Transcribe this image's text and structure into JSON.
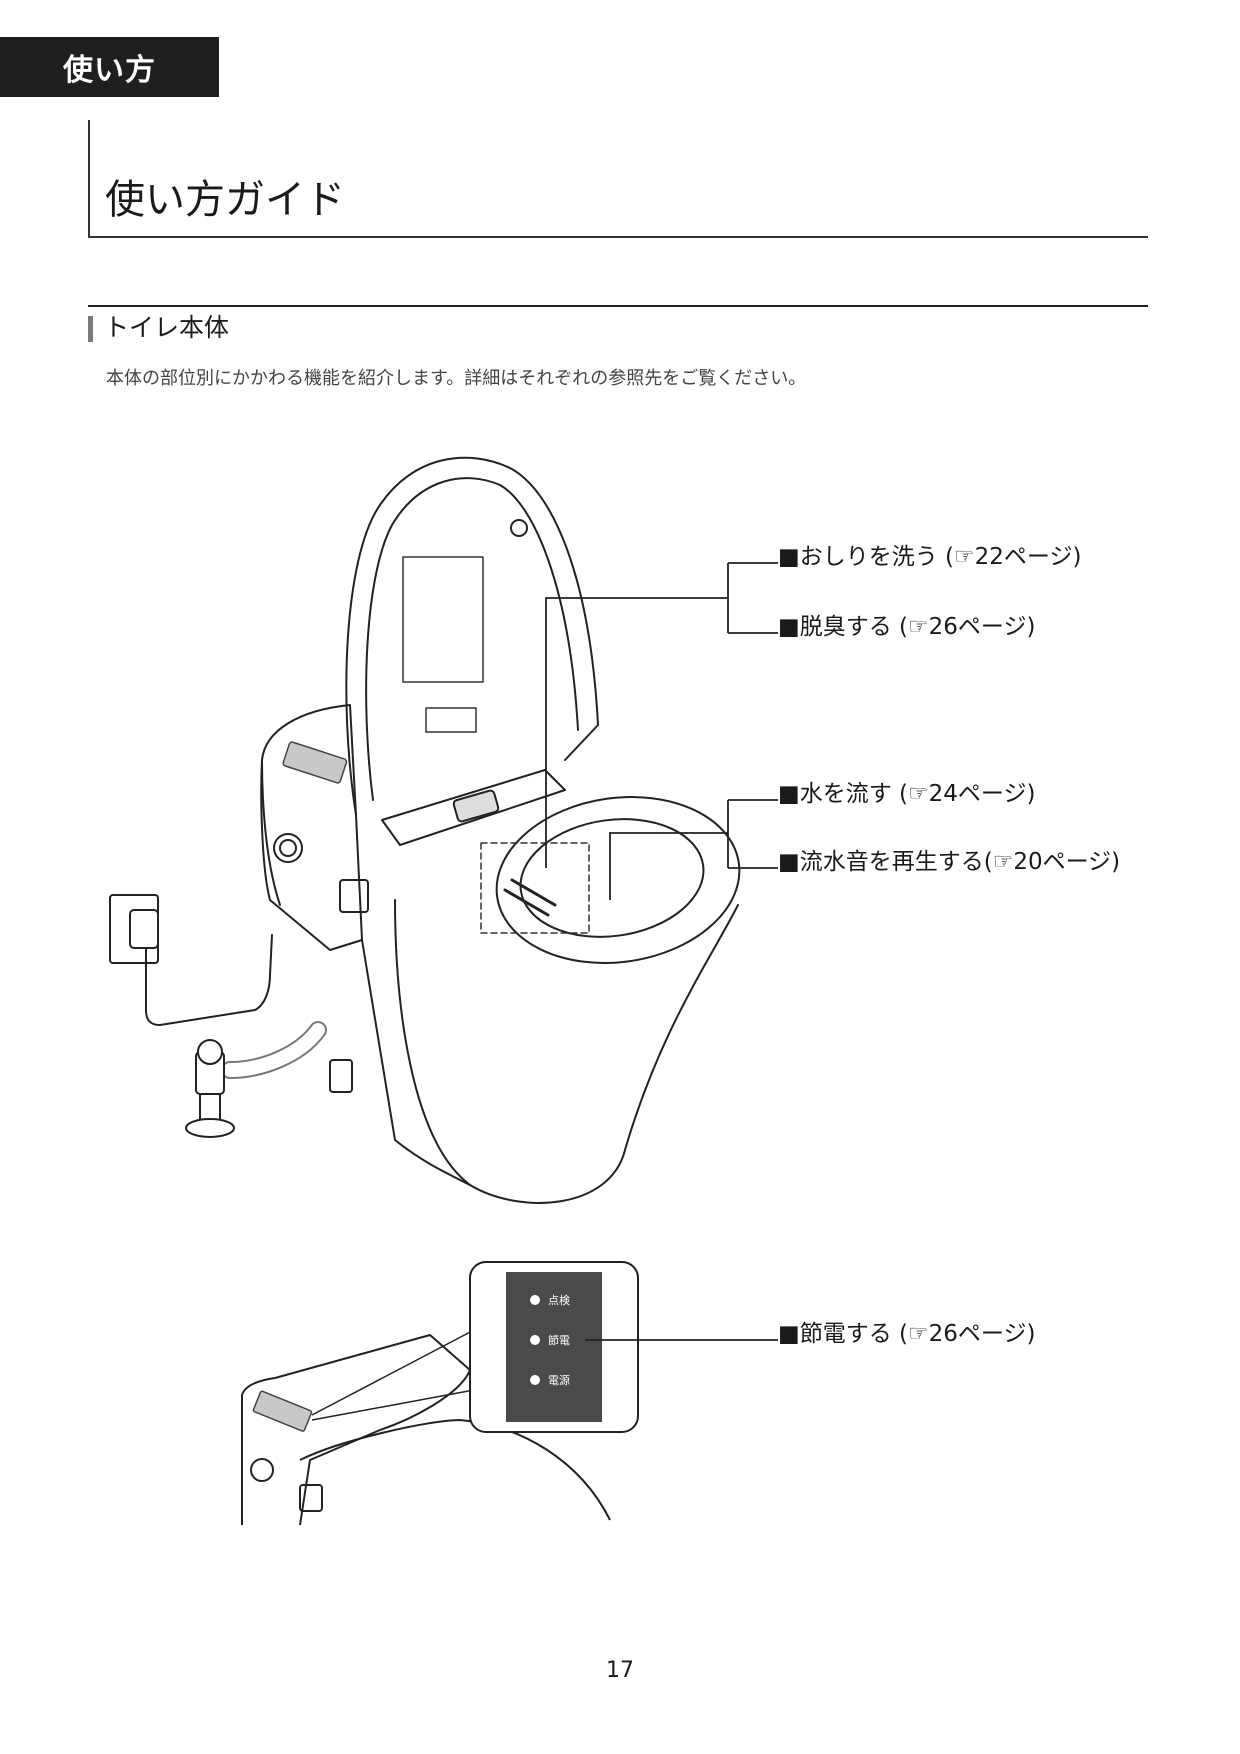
{
  "header": {
    "tab_label": "使い方"
  },
  "page_title": "使い方ガイド",
  "section": {
    "title": "トイレ本体",
    "intro": "本体の部位別にかかわる機能を紹介します。詳細はそれぞれの参照先をご覧ください。"
  },
  "callouts": [
    "■おしりを洗う (☞22ページ)",
    "■脱臭する (☞26ページ)",
    "■水を流す (☞24ページ)",
    "■流水音を再生する(☞20ページ)",
    "■節電する (☞26ページ)"
  ],
  "panel": {
    "labels": [
      "点検",
      "節電",
      "電源"
    ]
  },
  "page_number": "17"
}
